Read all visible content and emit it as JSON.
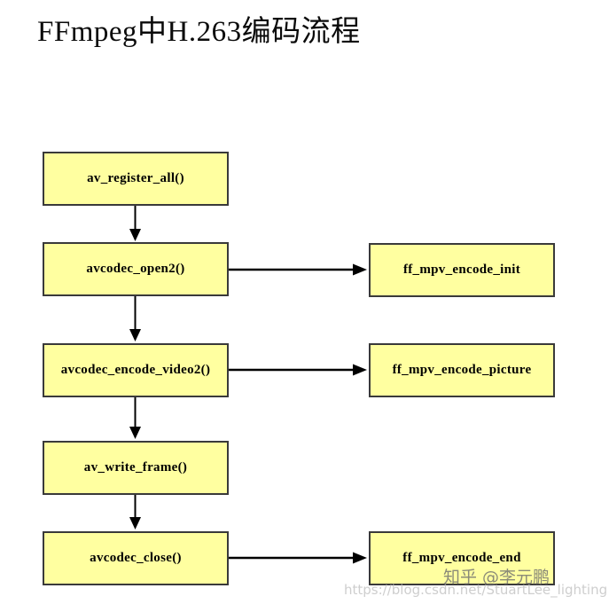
{
  "page": {
    "background_color": "#ffffff",
    "node_fill_color": "#ffffa0",
    "node_border_color": "#3a3a3a",
    "arrow_color": "#000000",
    "watermark_color": "#6e6e6e"
  },
  "title": {
    "text": "FFmpeg中H.263编码流程"
  },
  "diagram": {
    "type": "flowchart",
    "nodes": [
      {
        "id": "av_register_all",
        "label": "av_register_all()",
        "column": "left",
        "row": 1
      },
      {
        "id": "avcodec_open2",
        "label": "avcodec_open2()",
        "column": "left",
        "row": 2
      },
      {
        "id": "avcodec_encode_video2",
        "label": "avcodec_encode_video2()",
        "column": "left",
        "row": 3
      },
      {
        "id": "av_write_frame",
        "label": "av_write_frame()",
        "column": "left",
        "row": 4
      },
      {
        "id": "avcodec_close",
        "label": "avcodec_close()",
        "column": "left",
        "row": 5
      },
      {
        "id": "ff_mpv_encode_init",
        "label": "ff_mpv_encode_init",
        "column": "right",
        "row": 2
      },
      {
        "id": "ff_mpv_encode_picture",
        "label": "ff_mpv_encode_picture",
        "column": "right",
        "row": 3
      },
      {
        "id": "ff_mpv_encode_end",
        "label": "ff_mpv_encode_end",
        "column": "right",
        "row": 5
      }
    ],
    "edges": [
      {
        "from": "av_register_all",
        "to": "avcodec_open2",
        "direction": "down"
      },
      {
        "from": "avcodec_open2",
        "to": "avcodec_encode_video2",
        "direction": "down"
      },
      {
        "from": "avcodec_encode_video2",
        "to": "av_write_frame",
        "direction": "down"
      },
      {
        "from": "av_write_frame",
        "to": "avcodec_close",
        "direction": "down"
      },
      {
        "from": "avcodec_open2",
        "to": "ff_mpv_encode_init",
        "direction": "right"
      },
      {
        "from": "avcodec_encode_video2",
        "to": "ff_mpv_encode_picture",
        "direction": "right"
      },
      {
        "from": "avcodec_close",
        "to": "ff_mpv_encode_end",
        "direction": "right"
      }
    ]
  },
  "watermarks": {
    "zhihu": "知乎 @李元鹏",
    "csdn_url": "https://blog.csdn.net/StuartLee_lighting"
  }
}
